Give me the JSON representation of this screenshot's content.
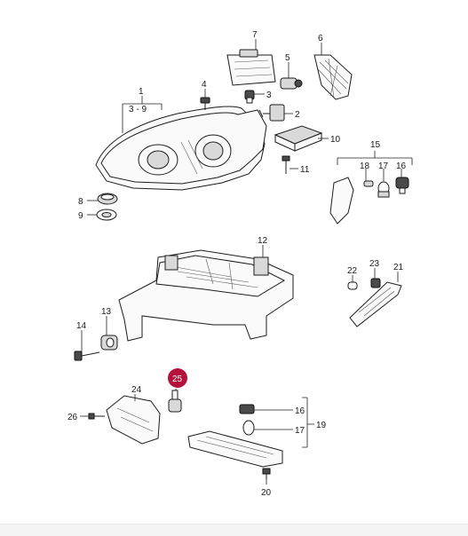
{
  "callouts": {
    "c1": "1",
    "c1_range": "3 - 9",
    "c2": "2",
    "c3": "3",
    "c4": "4",
    "c5": "5",
    "c6": "6",
    "c7": "7",
    "c8": "8",
    "c9": "9",
    "c10": "10",
    "c11": "11",
    "c12": "12",
    "c13": "13",
    "c14": "14",
    "c15": "15",
    "c16a": "16",
    "c17a": "17",
    "c18": "18",
    "c16b": "16",
    "c17b": "17",
    "c19": "19",
    "c20": "20",
    "c21": "21",
    "c22": "22",
    "c23": "23",
    "c24": "24",
    "c25": "25",
    "c26": "26"
  },
  "colors": {
    "highlight_badge": "#b4123a",
    "line": "#222222",
    "background": "#ffffff"
  }
}
